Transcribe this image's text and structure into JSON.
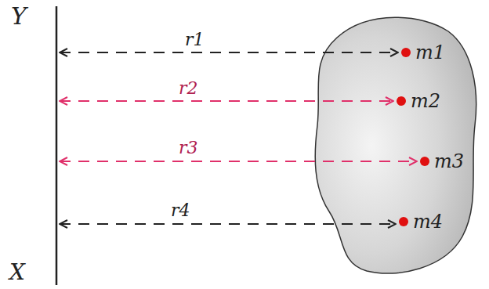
{
  "diagram": {
    "labels": [
      "Y",
      "X",
      "r1",
      "r2",
      "r3",
      "r4",
      "m1",
      "m2",
      "m3",
      "m4"
    ]
  }
}
